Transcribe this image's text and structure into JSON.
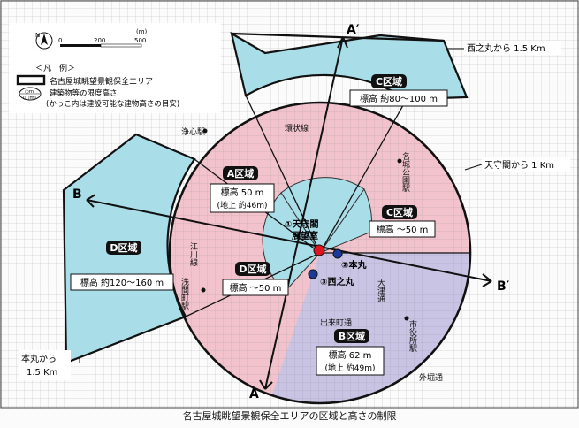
{
  "scale": {
    "north": "N",
    "unit": "(m)",
    "ticks": [
      "0",
      "200",
      "500"
    ]
  },
  "legend": {
    "title": "＜凡　例＞",
    "area_label": "名古屋城眺望景観保全エリア",
    "height_marker_top": "○m",
    "height_marker_bottom": "(□m)",
    "height_desc_1": "建築物等の限度高さ",
    "height_desc_2": "(かっこ内は建設可能な建物高さの目安)"
  },
  "zones": {
    "c_north": {
      "title": "C区域",
      "height": "標高 約80〜100 m"
    },
    "a": {
      "title": "A区域",
      "height": "標高 50 m",
      "note": "(地上 約46m)"
    },
    "c_east": {
      "title": "C区域",
      "height": "標高 〜50 m"
    },
    "d_west": {
      "title": "D区域",
      "height": "標高 約120〜160 m"
    },
    "d_center": {
      "title": "D区域",
      "height": "標高 〜50 m"
    },
    "b": {
      "title": "B区域",
      "height": "標高 62 m",
      "note": "(地上 約49m)"
    }
  },
  "points": {
    "p1_line1": "①天守閣",
    "p1_line2": "展望室",
    "p2": "②本丸",
    "p3": "③西之丸"
  },
  "annotations": {
    "nishinomaru_radius": "西之丸から 1.5 Km",
    "tenshu_radius": "天守閣から 1 Km",
    "honmaru_line1": "本丸から",
    "honmaru_line2": "1.5 Km"
  },
  "map_labels": {
    "kanjo": "環状線",
    "jooshin_station": "浄心駅",
    "meijo_park_station": "名城公園駅",
    "egawa": "江川線",
    "sengencho_station": "浅間町駅",
    "otsu": "大津通",
    "demachi": "出来町通",
    "shiyakusho_station": "市役所駅",
    "gaibori": "外堀通"
  },
  "section_markers": {
    "a_top": "A′",
    "a_bottom": "A",
    "b_left": "B",
    "b_right": "B′"
  },
  "colors": {
    "zone_c_d": "#a9dde8",
    "zone_a": "#f2c3cc",
    "zone_b": "#c9c3e4",
    "point_1": "#e0141e",
    "point_2_3": "#1a3a9a"
  },
  "caption": "名古屋城眺望景観保全エリアの区域と高さの制限"
}
